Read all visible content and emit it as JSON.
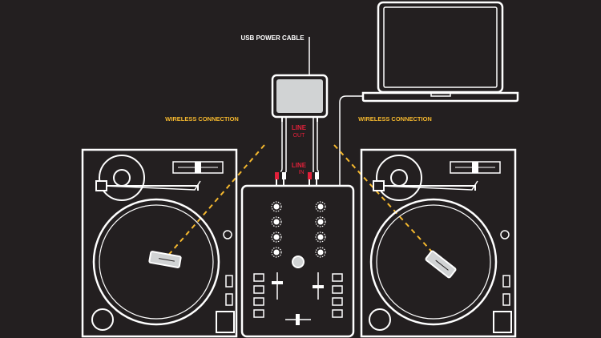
{
  "labels": {
    "usb_power_cable": "USB POWER CABLE",
    "wireless_left": "WIRELESS CONNECTION",
    "wireless_right": "WIRELESS CONNECTION",
    "line_out_1": "LINE",
    "line_out_2": "OUT",
    "line_in_1": "LINE",
    "line_in_2": "IN"
  },
  "colors": {
    "background": "#231f20",
    "stroke": "#ffffff",
    "accent_yellow": "#f5b82e",
    "accent_red": "#e2203a",
    "hub_fill": "#d1d3d4"
  },
  "icons": {
    "laptop": "laptop-icon",
    "hub": "wireless-hub-icon",
    "turntable_left": "turntable-icon",
    "turntable_right": "turntable-icon",
    "mixer": "dj-mixer-icon",
    "dongle_left": "usb-dongle-icon",
    "dongle_right": "usb-dongle-icon"
  }
}
